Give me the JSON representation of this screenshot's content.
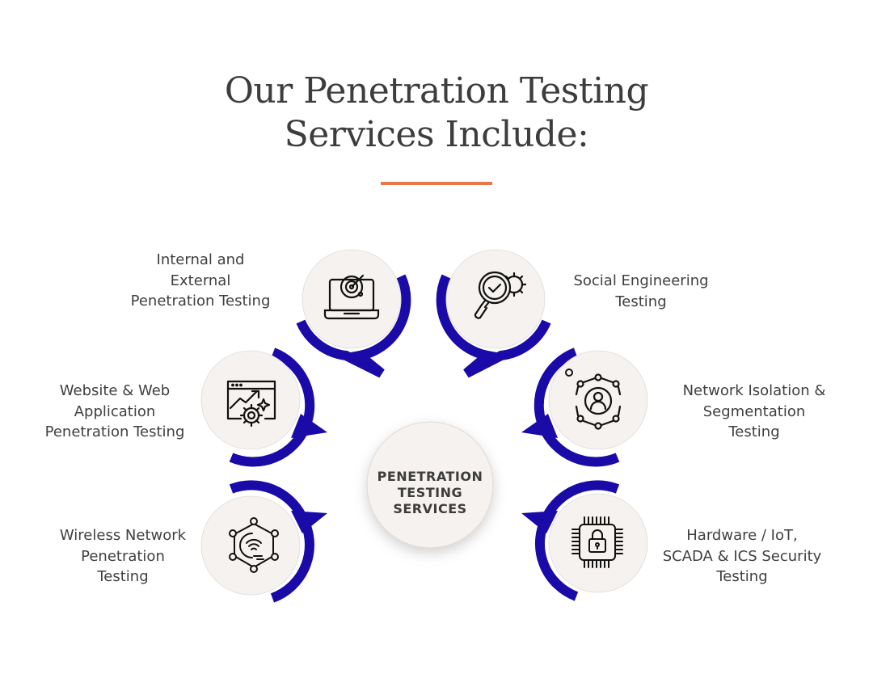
{
  "header": {
    "title_line1": "Our Penetration Testing",
    "title_line2": "Services Include:",
    "divider_color": "#e8764a"
  },
  "colors": {
    "accent_blue": "#1a0aa8",
    "bubble_fill": "#f5f2ef",
    "text": "#404040"
  },
  "center": {
    "line1": "PENETRATION",
    "line2": "TESTING",
    "line3": "SERVICES"
  },
  "services": [
    {
      "id": "internal-external",
      "icon": "laptop-radar-icon",
      "lines": [
        "Internal and",
        "External",
        "Penetration Testing"
      ]
    },
    {
      "id": "social-engineering",
      "icon": "magnifier-check-gear-icon",
      "lines": [
        "Social Engineering",
        "Testing"
      ]
    },
    {
      "id": "website-webapp",
      "icon": "browser-growth-gear-icon",
      "lines": [
        "Website & Web",
        "Application",
        "Penetration Testing"
      ]
    },
    {
      "id": "network-isolation",
      "icon": "network-user-icon",
      "lines": [
        "Network Isolation &",
        "Segmentation",
        "Testing"
      ]
    },
    {
      "id": "wireless-network",
      "icon": "wifi-hexagon-network-icon",
      "lines": [
        "Wireless Network",
        "Penetration",
        "Testing"
      ]
    },
    {
      "id": "hardware-iot",
      "icon": "chip-lock-icon",
      "lines": [
        "Hardware / IoT,",
        "SCADA & ICS Security",
        "Testing"
      ]
    }
  ]
}
